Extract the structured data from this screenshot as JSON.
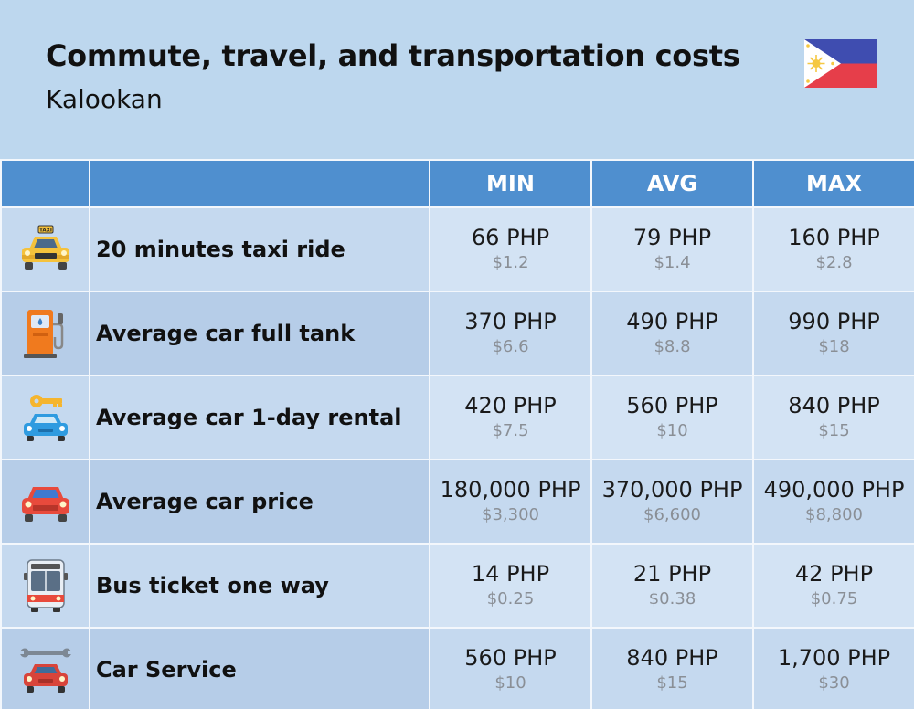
{
  "header": {
    "title": "Commute, travel, and transportation costs",
    "subtitle": "Kalookan",
    "flag_icon": "philippines-flag"
  },
  "colors": {
    "background": "#bdd7ee",
    "table_header": "#4f8fcf",
    "flag_blue": "#3f4db0",
    "flag_red": "#e63e4a",
    "flag_sun": "#f5c842"
  },
  "table": {
    "columns": [
      "",
      "",
      "MIN",
      "AVG",
      "MAX"
    ],
    "rows": [
      {
        "icon": "taxi-icon",
        "label": "20 minutes taxi ride",
        "min": {
          "php": "66 PHP",
          "usd": "$1.2"
        },
        "avg": {
          "php": "79 PHP",
          "usd": "$1.4"
        },
        "max": {
          "php": "160 PHP",
          "usd": "$2.8"
        }
      },
      {
        "icon": "fuel-pump-icon",
        "label": "Average car full tank",
        "min": {
          "php": "370 PHP",
          "usd": "$6.6"
        },
        "avg": {
          "php": "490 PHP",
          "usd": "$8.8"
        },
        "max": {
          "php": "990 PHP",
          "usd": "$18"
        }
      },
      {
        "icon": "car-rental-icon",
        "label": "Average car 1-day rental",
        "min": {
          "php": "420 PHP",
          "usd": "$7.5"
        },
        "avg": {
          "php": "560 PHP",
          "usd": "$10"
        },
        "max": {
          "php": "840 PHP",
          "usd": "$15"
        }
      },
      {
        "icon": "car-icon",
        "label": "Average car price",
        "min": {
          "php": "180,000 PHP",
          "usd": "$3,300"
        },
        "avg": {
          "php": "370,000 PHP",
          "usd": "$6,600"
        },
        "max": {
          "php": "490,000 PHP",
          "usd": "$8,800"
        }
      },
      {
        "icon": "bus-icon",
        "label": "Bus ticket one way",
        "min": {
          "php": "14 PHP",
          "usd": "$0.25"
        },
        "avg": {
          "php": "21 PHP",
          "usd": "$0.38"
        },
        "max": {
          "php": "42 PHP",
          "usd": "$0.75"
        }
      },
      {
        "icon": "car-service-icon",
        "label": "Car Service",
        "min": {
          "php": "560 PHP",
          "usd": "$10"
        },
        "avg": {
          "php": "840 PHP",
          "usd": "$15"
        },
        "max": {
          "php": "1,700 PHP",
          "usd": "$30"
        }
      }
    ]
  }
}
